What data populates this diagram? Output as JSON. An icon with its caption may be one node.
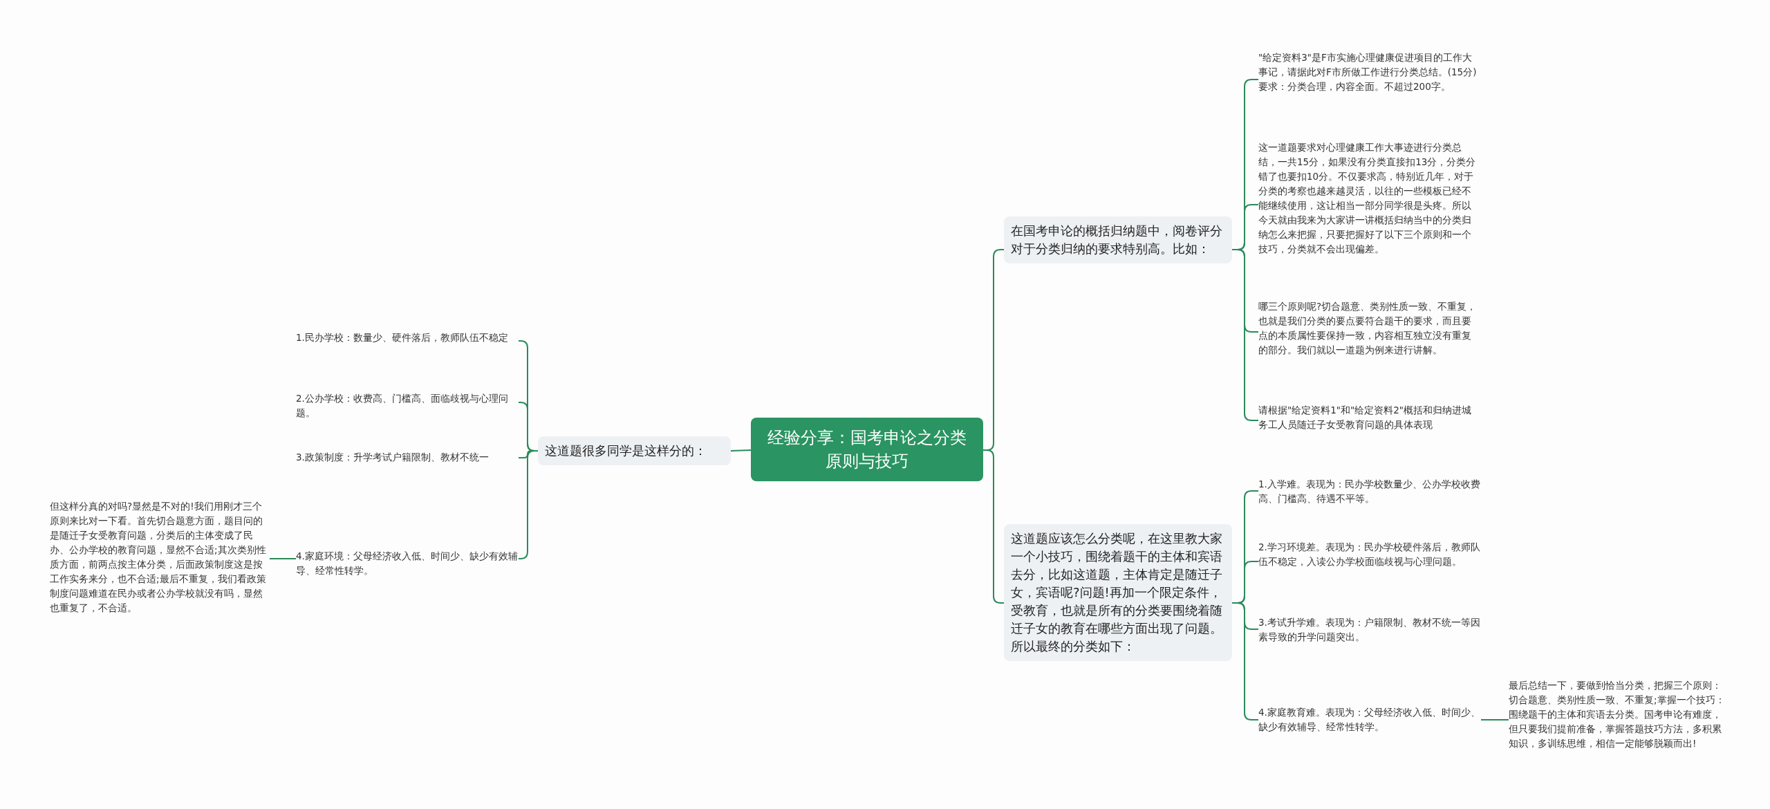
{
  "diagram": {
    "nodes": [
      {
        "text": [
          "经验分享：国考申论之分类原则与技巧"
        ]
      },
      {
        "text": [
          "这道题很多同学是这样分的："
        ]
      },
      {
        "text": [
          "1.民办学校：数量少、硬件落后，教师队伍不稳定"
        ]
      },
      {
        "text": [
          "2.公办学校：收费高、门槛高、面临歧视与心理问题。"
        ]
      },
      {
        "text": [
          "3.政策制度：升学考试户籍限制、教材不统一"
        ]
      },
      {
        "text": [
          "4.家庭环境：父母经济收入低、时间少、缺少有效辅导、经常性转学。"
        ]
      },
      {
        "text": [
          "但这样分真的对吗?显然是不对的!我们用刚才三个原则来比对一下看。首先切合题意方面，题目问的是随迁子女受教育问题，分类后的主体变成了民办、公办学校的教育问题，显然不合适;其次类别性质方面，前两点按主体分类，后面政策制度这是按工作实务来分，也不合适;最后不重复，我们看政策制度问题难道在民办或者公办学校就没有吗，显然也重复了，不合适。"
        ]
      },
      {
        "text": [
          "在国考申论的概括归纳题中，阅卷评分对于分类归纳的要求特别高。比如："
        ]
      },
      {
        "text": [
          "\"给定资料3\"是F市实施心理健康促进项目的工作大事记，请据此对F市所做工作进行分类总结。(15分)要求：分类合理，内容全面。不超过200字。"
        ]
      },
      {
        "text": [
          "这一道题要求对心理健康工作大事迹进行分类总结，一共15分，如果没有分类直接扣13分，分类分错了也要扣10分。不仅要求高，特别近几年，对于分类的考察也越来越灵活，以往的一些模板已经不能继续使用，这让相当一部分同学很是头疼。所以今天就由我来为大家讲一讲概括归纳当中的分类归纳怎么来把握，只要把握好了以下三个原则和一个技巧，分类就不会出现偏差。"
        ]
      },
      {
        "text": [
          "哪三个原则呢?切合题意、类别性质一致、不重复，也就是我们分类的要点要符合题干的要求，而且要点的本质属性要保持一致，内容相互独立没有重复的部分。我们就以一道题为例来进行讲解。"
        ]
      },
      {
        "text": [
          "请根据\"给定资料1\"和\"给定资料2\"概括和归纳进城务工人员随迁子女受教育问题的具体表现"
        ]
      },
      {
        "text": [
          "这道题应该怎么分类呢，在这里教大家一个小技巧，围绕着题干的主体和宾语去分，比如这道题，主体肯定是随迁子女，宾语呢?问题!再加一个限定条件，受教育，也就是所有的分类要围绕着随迁子女的教育在哪些方面出现了问题。所以最终的分类如下："
        ]
      },
      {
        "text": [
          "1.入学难。表现为：民办学校数量少、公办学校收费高、门槛高、待遇不平等。"
        ]
      },
      {
        "text": [
          "2.学习环境差。表现为：民办学校硬件落后，教师队伍不稳定，入读公办学校面临歧视与心理问题。"
        ]
      },
      {
        "text": [
          "3.考试升学难。表现为：户籍限制、教材不统一等因素导致的升学问题突出。"
        ]
      },
      {
        "text": [
          "4.家庭教育难。表现为：父母经济收入低、时间少、缺少有效辅导、经常性转学。"
        ]
      },
      {
        "text": [
          "最后总结一下，要做到恰当分类，把握三个原则：切合题意、类别性质一致、不重复;掌握一个技巧：围绕题干的主体和宾语去分类。国考申论有难度，但只要我们提前准备，掌握答题技巧方法，多积累知识，多训练思维，相信一定能够脱颖而出!"
        ]
      }
    ],
    "edges": [
      {
        "from": 0,
        "to": 1,
        "arrow": "none"
      },
      {
        "from": 0,
        "to": 7,
        "arrow": "none"
      },
      {
        "from": 0,
        "to": 12,
        "arrow": "none"
      },
      {
        "from": 1,
        "to": 2,
        "arrow": "none"
      },
      {
        "from": 1,
        "to": 3,
        "arrow": "none"
      },
      {
        "from": 1,
        "to": 4,
        "arrow": "none"
      },
      {
        "from": 1,
        "to": 5,
        "arrow": "none"
      },
      {
        "from": 5,
        "to": 6,
        "arrow": "none"
      },
      {
        "from": 7,
        "to": 8,
        "arrow": "none"
      },
      {
        "from": 7,
        "to": 9,
        "arrow": "none"
      },
      {
        "from": 7,
        "to": 10,
        "arrow": "none"
      },
      {
        "from": 7,
        "to": 11,
        "arrow": "none"
      },
      {
        "from": 12,
        "to": 13,
        "arrow": "none"
      },
      {
        "from": 12,
        "to": 14,
        "arrow": "none"
      },
      {
        "from": 12,
        "to": 15,
        "arrow": "none"
      },
      {
        "from": 12,
        "to": 16,
        "arrow": "none"
      },
      {
        "from": 16,
        "to": 17,
        "arrow": "none"
      }
    ]
  }
}
